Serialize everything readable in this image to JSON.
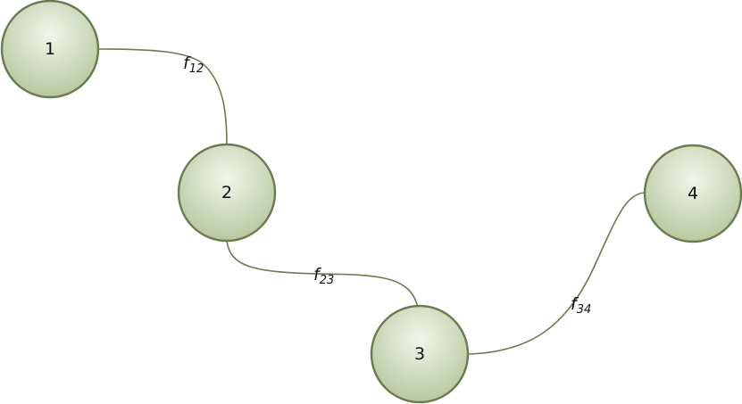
{
  "diagram": {
    "colors": {
      "node_stroke": "#6b7a4f",
      "node_fill_light": "#f2f6ea",
      "node_fill_dark": "#b8c7a0",
      "edge_stroke": "#6b7a4f",
      "text": "#111111"
    },
    "nodes": [
      {
        "id": "n1",
        "label": "1"
      },
      {
        "id": "n2",
        "label": "2"
      },
      {
        "id": "n3",
        "label": "3"
      },
      {
        "id": "n4",
        "label": "4"
      }
    ],
    "edges": [
      {
        "id": "e12",
        "from": "n1",
        "to": "n2",
        "label_main": "f",
        "label_sub": "12"
      },
      {
        "id": "e23",
        "from": "n2",
        "to": "n3",
        "label_main": "f",
        "label_sub": "23"
      },
      {
        "id": "e34",
        "from": "n3",
        "to": "n4",
        "label_main": "f",
        "label_sub": "34"
      }
    ]
  }
}
